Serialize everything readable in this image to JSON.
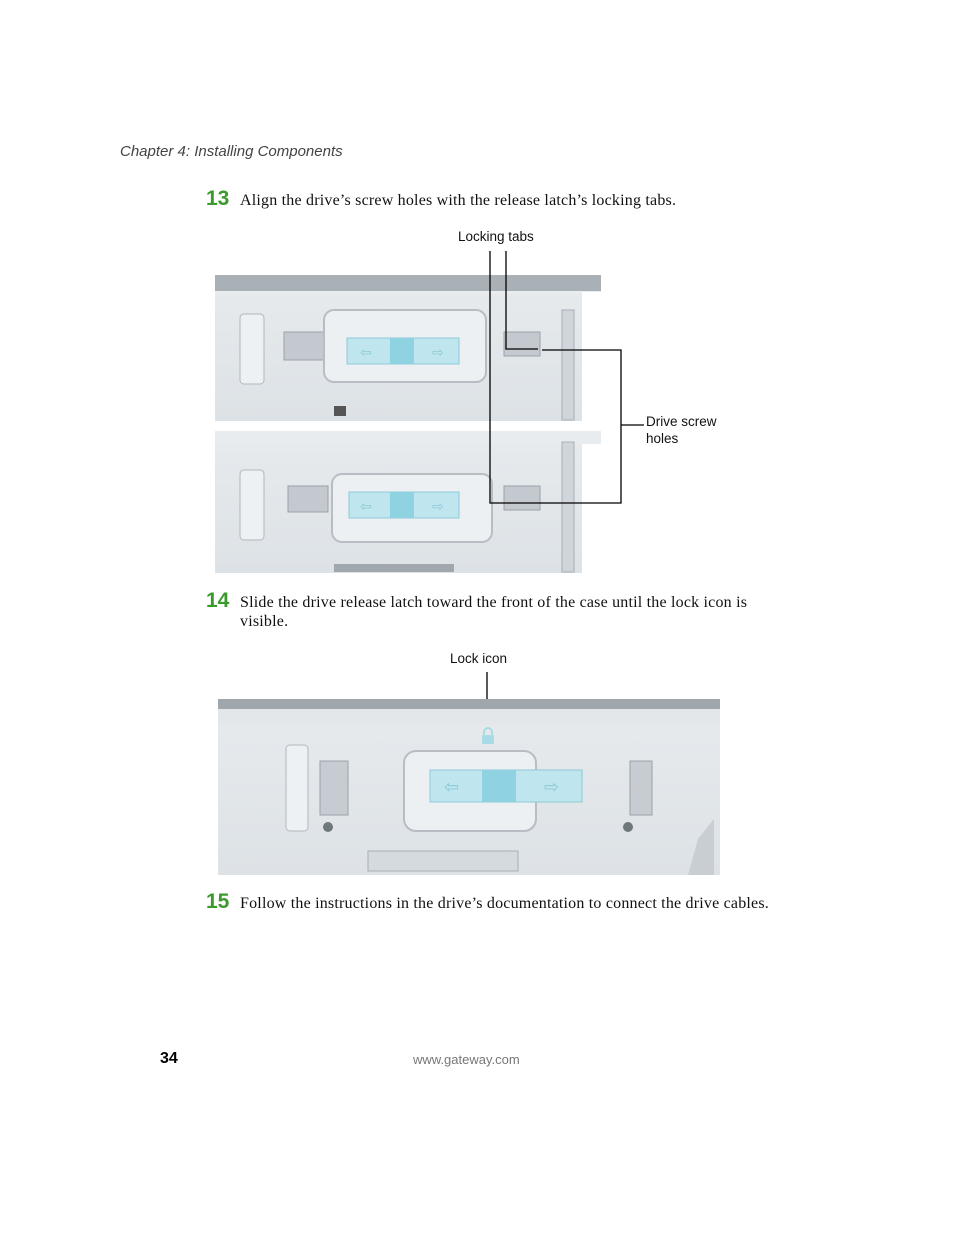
{
  "header": {
    "chapter": "Chapter 4: Installing Components"
  },
  "steps": [
    {
      "number": "13",
      "text": "Align the drive’s screw holes with the release latch’s locking tabs."
    },
    {
      "number": "14",
      "text": "Slide the drive release latch toward the front of the case until the lock icon is visible."
    },
    {
      "number": "15",
      "text": "Follow the instructions in the drive’s documentation to connect the drive cables."
    }
  ],
  "figures": {
    "fig1": {
      "callout_tabs": "Locking tabs",
      "callout_holes_line1": "Drive screw",
      "callout_holes_line2": "holes"
    },
    "fig2": {
      "callout_lock": "Lock icon"
    }
  },
  "footer": {
    "page_number": "34",
    "url": "www.gateway.com"
  },
  "colors": {
    "step_number": "#3a9a2b",
    "latch_blue": "#bfe6ee"
  }
}
